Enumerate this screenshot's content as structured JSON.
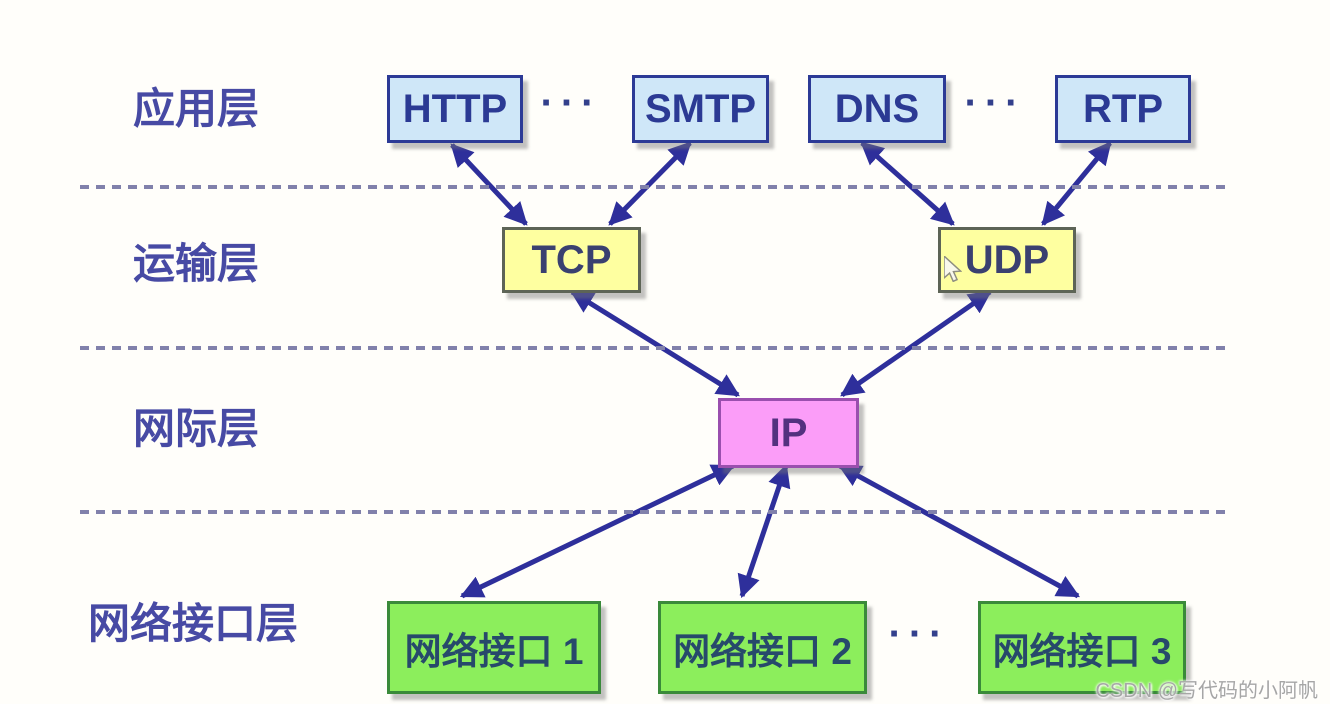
{
  "layers": [
    "应用层",
    "运输层",
    "网际层",
    "网络接口层"
  ],
  "boxes": {
    "http": "HTTP",
    "smtp": "SMTP",
    "dns": "DNS",
    "rtp": "RTP",
    "tcp": "TCP",
    "udp": "UDP",
    "ip": "IP",
    "ni1": "网络接口 1",
    "ni2": "网络接口 2",
    "ni3": "网络接口 3"
  },
  "ellipsis": "···",
  "connections": [
    {
      "from": "HTTP",
      "to": "TCP",
      "direction": "bidirectional"
    },
    {
      "from": "SMTP",
      "to": "TCP",
      "direction": "bidirectional"
    },
    {
      "from": "DNS",
      "to": "UDP",
      "direction": "bidirectional"
    },
    {
      "from": "RTP",
      "to": "UDP",
      "direction": "bidirectional"
    },
    {
      "from": "TCP",
      "to": "IP",
      "direction": "bidirectional"
    },
    {
      "from": "UDP",
      "to": "IP",
      "direction": "bidirectional"
    },
    {
      "from": "IP",
      "to": "网络接口 1",
      "direction": "bidirectional"
    },
    {
      "from": "IP",
      "to": "网络接口 2",
      "direction": "bidirectional"
    },
    {
      "from": "IP",
      "to": "网络接口 3",
      "direction": "bidirectional"
    }
  ],
  "watermark": "CSDN @写代码的小阿帆",
  "colors": {
    "bg": "#fffefa",
    "app-fill": "#cfe7f8",
    "app-border": "#2c3a96",
    "app-text": "#2b3a94",
    "transport-fill": "#feffa0",
    "transport-border": "#5d6456",
    "transport-text": "#3a4070",
    "internet-fill": "#fb9df8",
    "internet-border": "#9a4fae",
    "internet-text": "#53317f",
    "interface-fill": "#8cee5c",
    "interface-border": "#3a8a3a",
    "interface-text": "#27496b",
    "arrow": "#2e2f9b",
    "label": "#474aa4",
    "dash": "#8181ab",
    "ellipsis": "#33408c",
    "watermark": "#a6a6a6"
  }
}
